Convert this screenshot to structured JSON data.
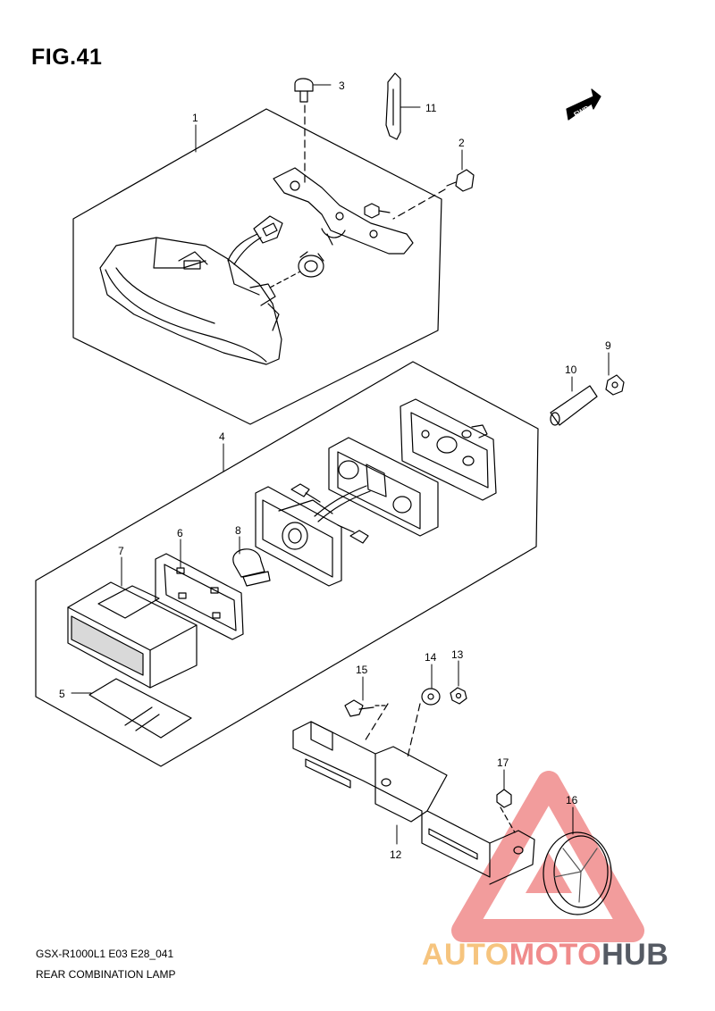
{
  "figure": {
    "title": "FIG.41"
  },
  "callouts": [
    {
      "id": "1",
      "text": "1"
    },
    {
      "id": "2",
      "text": "2"
    },
    {
      "id": "3",
      "text": "3"
    },
    {
      "id": "4",
      "text": "4"
    },
    {
      "id": "5",
      "text": "5"
    },
    {
      "id": "6",
      "text": "6"
    },
    {
      "id": "7",
      "text": "7"
    },
    {
      "id": "8",
      "text": "8"
    },
    {
      "id": "9",
      "text": "9"
    },
    {
      "id": "10",
      "text": "10"
    },
    {
      "id": "11",
      "text": "11"
    },
    {
      "id": "12",
      "text": "12"
    },
    {
      "id": "13",
      "text": "13"
    },
    {
      "id": "14",
      "text": "14"
    },
    {
      "id": "15",
      "text": "15"
    },
    {
      "id": "16",
      "text": "16"
    },
    {
      "id": "17",
      "text": "17"
    }
  ],
  "direction_badge": "FWD",
  "footer": {
    "model_code": "GSX-R1000L1 E03 E28_041",
    "assembly_name": "REAR COMBINATION LAMP"
  },
  "watermark": {
    "part1": "AUTO",
    "part2": "MOTO",
    "part3": "HUB",
    "colors": {
      "auto": "#f6c47e",
      "moto": "#f08b8b",
      "hub": "#555a63",
      "triangle": "#f08b8b"
    }
  }
}
